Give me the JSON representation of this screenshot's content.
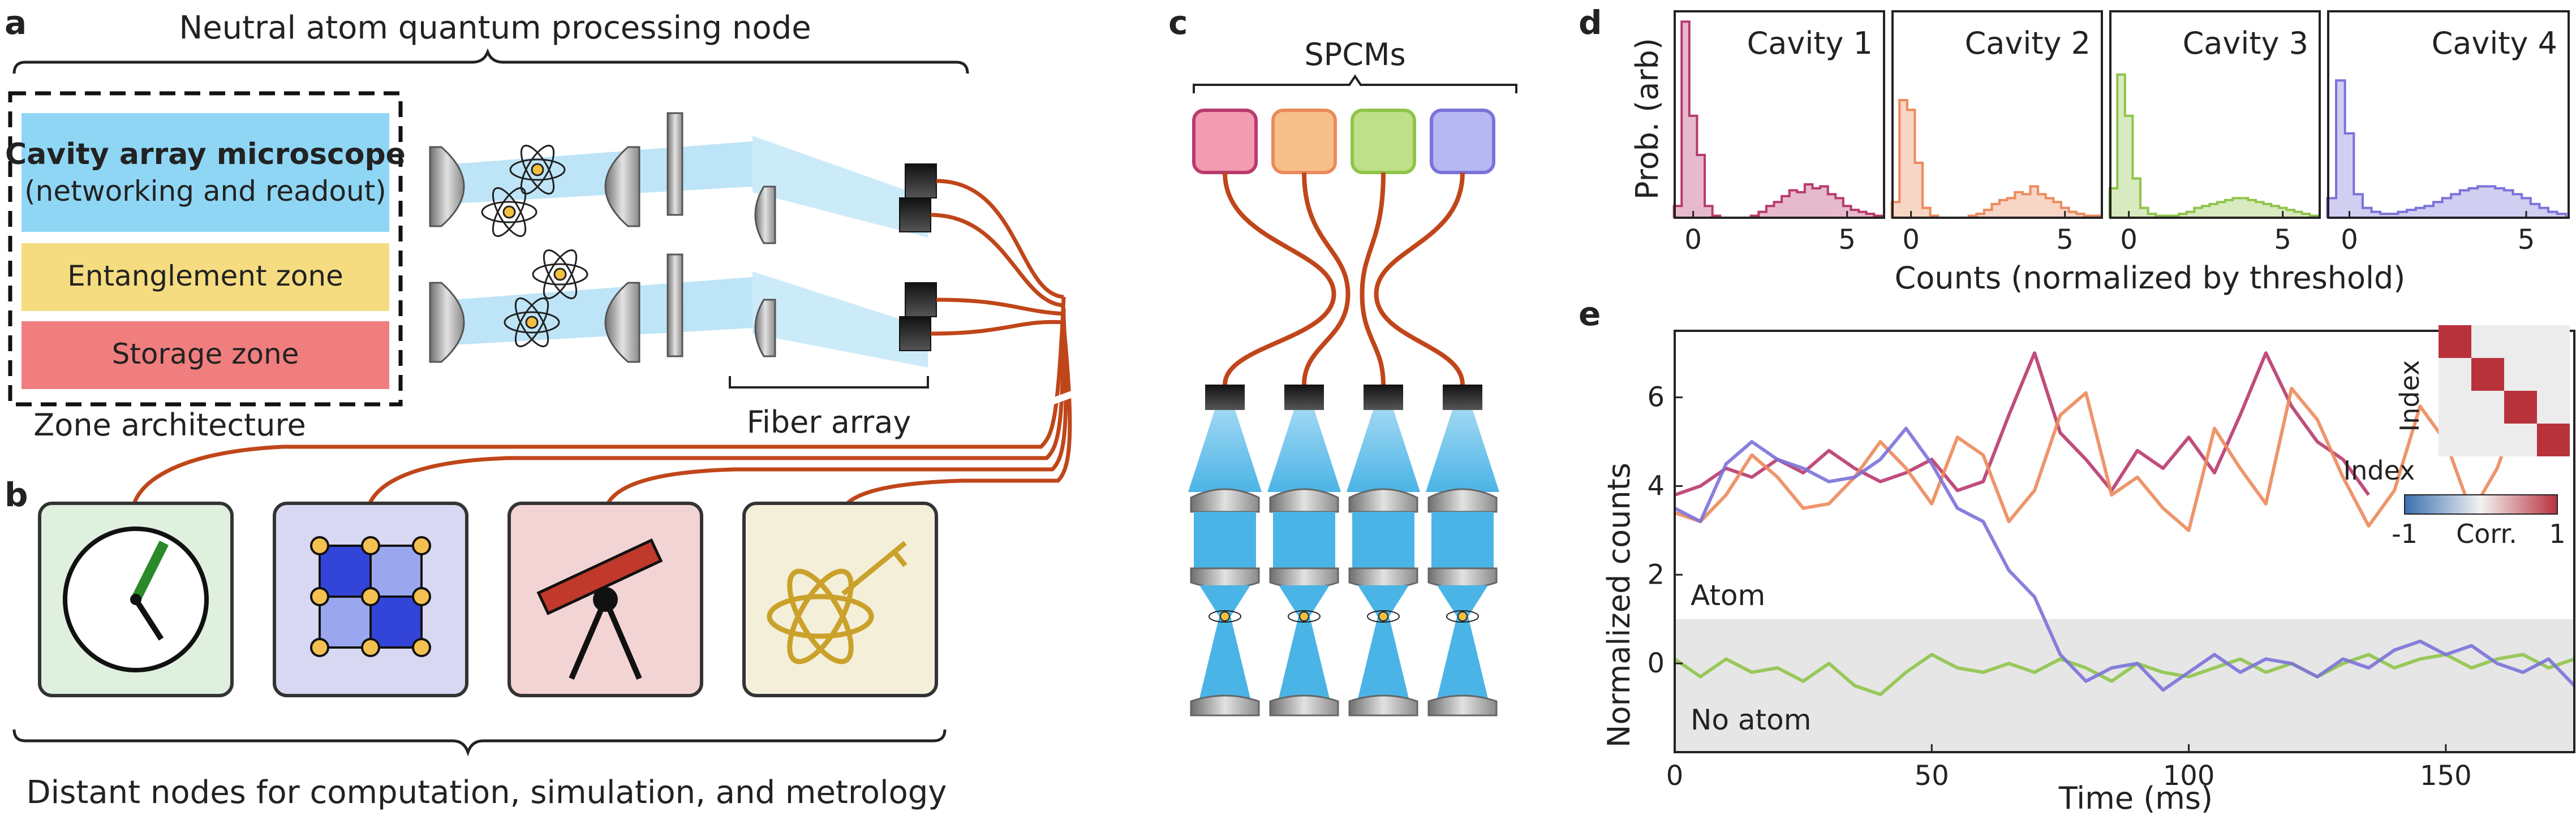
{
  "panel_labels": {
    "a": "a",
    "b": "b",
    "c": "c",
    "d": "d",
    "e": "e"
  },
  "panel_a": {
    "title": "Neutral atom quantum processing node",
    "zone_cavity": "Cavity array microscope",
    "zone_cavity_sub": "(networking and readout)",
    "zone_entangle": "Entanglement zone",
    "zone_storage": "Storage zone",
    "zone_caption": "Zone architecture",
    "fiber_caption": "Fiber array"
  },
  "panel_b": {
    "caption": "Distant nodes for computation, simulation, and metrology",
    "nodes": [
      {
        "icon": "clock-icon",
        "color": "#dff0df"
      },
      {
        "icon": "lattice-icon",
        "color": "#d8d8f2"
      },
      {
        "icon": "telescope-icon",
        "color": "#f3d4d4"
      },
      {
        "icon": "quantum-key-icon",
        "color": "#f4efd9"
      }
    ]
  },
  "panel_c": {
    "caption": "SPCMs",
    "spcm_colors": [
      "#f39bb0",
      "#f7c08a",
      "#bfe08a",
      "#b7b7f2"
    ]
  },
  "colors": {
    "cavity1": "#b83a6e",
    "cavity2": "#ec8a5b",
    "cavity3": "#8fc44a",
    "cavity4": "#7b72d9",
    "corr_pos": "#b8323c",
    "corr_neg": "#3a6fb0"
  },
  "chart_data": [
    {
      "type": "bar",
      "subtype": "histogram",
      "ylabel": "Prob. (arb)",
      "xlabel": "Counts (normalized by threshold)",
      "xlim": [
        -0.6,
        6.2
      ],
      "xticks": [
        0,
        5
      ],
      "bin_centers": [
        -0.5,
        -0.25,
        0,
        0.25,
        0.5,
        0.75,
        1,
        1.25,
        1.5,
        1.75,
        2,
        2.25,
        2.5,
        2.75,
        3,
        3.25,
        3.5,
        3.75,
        4,
        4.25,
        4.5,
        4.75,
        5,
        5.25,
        5.5,
        5.75,
        6
      ],
      "series": [
        {
          "name": "Cavity 1",
          "values": [
            0.06,
            1.0,
            0.52,
            0.32,
            0.06,
            0.01,
            0,
            0,
            0,
            0,
            0.01,
            0.03,
            0.06,
            0.08,
            0.11,
            0.14,
            0.13,
            0.17,
            0.15,
            0.16,
            0.12,
            0.1,
            0.06,
            0.04,
            0.03,
            0.02,
            0.01
          ]
        },
        {
          "name": "Cavity 2",
          "values": [
            0.08,
            0.6,
            0.55,
            0.28,
            0.05,
            0.01,
            0,
            0,
            0,
            0,
            0.01,
            0.02,
            0.04,
            0.07,
            0.09,
            0.1,
            0.13,
            0.12,
            0.16,
            0.12,
            0.1,
            0.08,
            0.05,
            0.03,
            0.02,
            0.01,
            0.01
          ]
        },
        {
          "name": "Cavity 3",
          "values": [
            0.15,
            0.73,
            0.52,
            0.2,
            0.05,
            0.02,
            0.01,
            0.01,
            0.01,
            0.02,
            0.03,
            0.05,
            0.06,
            0.07,
            0.08,
            0.09,
            0.1,
            0.1,
            0.09,
            0.08,
            0.07,
            0.06,
            0.05,
            0.04,
            0.03,
            0.02,
            0.01
          ]
        },
        {
          "name": "Cavity 4",
          "values": [
            0.1,
            0.7,
            0.43,
            0.12,
            0.05,
            0.03,
            0.02,
            0.02,
            0.03,
            0.04,
            0.05,
            0.06,
            0.08,
            0.1,
            0.12,
            0.14,
            0.15,
            0.16,
            0.16,
            0.15,
            0.14,
            0.12,
            0.1,
            0.07,
            0.05,
            0.03,
            0.02
          ]
        }
      ]
    },
    {
      "type": "line",
      "xlabel": "Time (ms)",
      "ylabel": "Normalized counts",
      "xlim": [
        0,
        175
      ],
      "ylim": [
        -2,
        7.5
      ],
      "xticks": [
        0,
        50,
        100,
        150
      ],
      "yticks": [
        0,
        2,
        4,
        6
      ],
      "threshold": 1,
      "region_labels": {
        "above": "Atom",
        "below": "No atom"
      },
      "x": [
        0,
        5,
        10,
        15,
        20,
        25,
        30,
        35,
        40,
        45,
        50,
        55,
        60,
        65,
        70,
        75,
        80,
        85,
        90,
        95,
        100,
        105,
        110,
        115,
        120,
        125,
        130,
        135,
        140,
        145,
        150,
        155,
        160,
        165,
        170,
        175
      ],
      "series": [
        {
          "name": "Cavity 1",
          "x_end": 135,
          "values": [
            3.8,
            4.0,
            4.4,
            4.2,
            4.6,
            4.3,
            4.8,
            4.4,
            4.1,
            4.3,
            4.6,
            3.9,
            4.1,
            5.6,
            7.0,
            5.2,
            4.6,
            3.9,
            4.8,
            4.4,
            5.1,
            4.3,
            5.6,
            7.0,
            5.8,
            5.0,
            4.6,
            3.8
          ]
        },
        {
          "name": "Cavity 2",
          "x_end": 170,
          "values": [
            3.4,
            3.2,
            3.8,
            4.7,
            4.2,
            3.5,
            3.6,
            4.2,
            5.0,
            4.4,
            3.6,
            5.1,
            4.7,
            3.2,
            3.9,
            5.6,
            6.1,
            3.8,
            4.2,
            3.5,
            3.0,
            5.3,
            4.4,
            3.6,
            6.2,
            5.5,
            4.2,
            3.1,
            3.9,
            5.8,
            5.0,
            3.4,
            4.4,
            6.0,
            5.1
          ]
        },
        {
          "name": "Cavity 3",
          "x_end": 175,
          "values": [
            0.1,
            -0.3,
            0.1,
            -0.2,
            -0.1,
            -0.4,
            0.0,
            -0.5,
            -0.7,
            -0.2,
            0.2,
            -0.1,
            -0.2,
            0.0,
            -0.2,
            0.1,
            -0.1,
            -0.4,
            0.0,
            -0.2,
            -0.3,
            -0.1,
            0.1,
            -0.2,
            0.0,
            -0.3,
            0.0,
            0.2,
            -0.1,
            0.1,
            0.2,
            -0.1,
            0.1,
            0.2,
            -0.1,
            0.1
          ]
        },
        {
          "name": "Cavity 4",
          "x_end": 175,
          "values": [
            3.5,
            3.2,
            4.5,
            5.0,
            4.6,
            4.4,
            4.1,
            4.2,
            4.6,
            5.3,
            4.5,
            3.5,
            3.2,
            2.1,
            1.5,
            0.2,
            -0.4,
            -0.1,
            0.0,
            -0.6,
            -0.2,
            0.2,
            -0.2,
            0.1,
            0.0,
            -0.3,
            0.1,
            -0.1,
            0.3,
            0.5,
            0.2,
            0.4,
            0.0,
            -0.2,
            0.1,
            -0.5
          ]
        }
      ],
      "inset": {
        "xlabel": "Index",
        "ylabel": "Index",
        "colorbar_label": "Corr.",
        "colorbar_ticks": [
          "-1",
          "1"
        ],
        "matrix": [
          [
            1,
            0.02,
            0.03,
            0.02
          ],
          [
            0.02,
            1,
            0.02,
            0.03
          ],
          [
            0.03,
            0.02,
            1,
            0.02
          ],
          [
            0.02,
            0.03,
            0.02,
            1
          ]
        ]
      }
    }
  ]
}
